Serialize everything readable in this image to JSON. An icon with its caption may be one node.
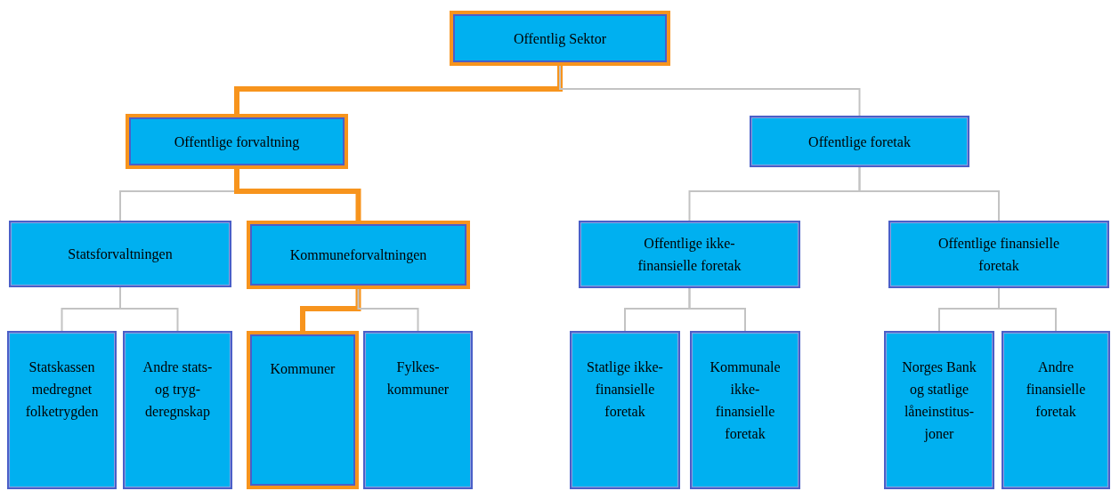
{
  "diagram": {
    "nodes": [
      {
        "text": [
          "Offentlig Sektor"
        ]
      },
      {
        "text": [
          "Offentlige forvaltning"
        ]
      },
      {
        "text": [
          "Offentlige foretak"
        ]
      },
      {
        "text": [
          "Statsforvaltningen"
        ]
      },
      {
        "text": [
          "Kommuneforvaltningen"
        ]
      },
      {
        "text": [
          "Offentlige ikke-finansielle foretak"
        ]
      },
      {
        "text": [
          "Offentlige finansielle foretak"
        ]
      },
      {
        "text": [
          "Statskassen medregnet folketrygden"
        ]
      },
      {
        "text": [
          "Andre stats- og tryg- deregnskap"
        ]
      },
      {
        "text": [
          "Kommuner"
        ]
      },
      {
        "text": [
          "Fylkes- kommuner"
        ]
      },
      {
        "text": [
          "Statlige ikke- finansielle foretak"
        ]
      },
      {
        "text": [
          "Kommunale ikke- finansielle foretak"
        ]
      },
      {
        "text": [
          "Norges Bank og statlige låneinstitus- joner"
        ]
      },
      {
        "text": [
          "Andre finansielle foretak"
        ]
      }
    ],
    "edges": [
      {
        "from": 0,
        "to": 1,
        "arrow": "none",
        "style": "thick",
        "color": "#f7941d"
      },
      {
        "from": 0,
        "to": 2,
        "arrow": "none"
      },
      {
        "from": 1,
        "to": 3,
        "arrow": "none"
      },
      {
        "from": 1,
        "to": 4,
        "arrow": "none",
        "style": "thick",
        "color": "#f7941d"
      },
      {
        "from": 2,
        "to": 5,
        "arrow": "none"
      },
      {
        "from": 2,
        "to": 6,
        "arrow": "none"
      },
      {
        "from": 3,
        "to": 7,
        "arrow": "none"
      },
      {
        "from": 3,
        "to": 8,
        "arrow": "none"
      },
      {
        "from": 4,
        "to": 9,
        "arrow": "none",
        "style": "thick",
        "color": "#f7941d"
      },
      {
        "from": 4,
        "to": 10,
        "arrow": "none"
      },
      {
        "from": 5,
        "to": 11,
        "arrow": "none"
      },
      {
        "from": 5,
        "to": 12,
        "arrow": "none"
      },
      {
        "from": 6,
        "to": 13,
        "arrow": "none"
      },
      {
        "from": 6,
        "to": 14,
        "arrow": "none"
      }
    ]
  }
}
